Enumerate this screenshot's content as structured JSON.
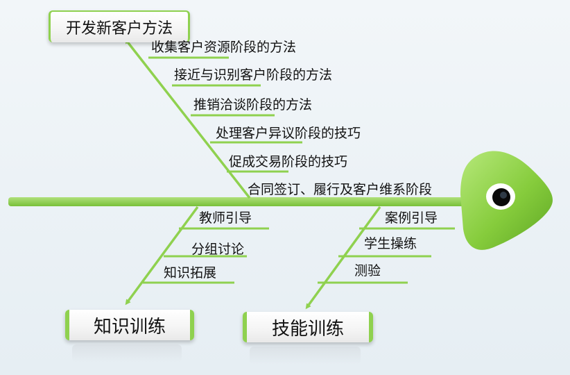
{
  "diagram": {
    "head_title": "开发新客户方法",
    "upper_bones": [
      "收集客户资源阶段的方法",
      "接近与识别客户阶段的方法",
      "推销洽谈阶段的方法",
      "处理客户异议阶段的技巧",
      "促成交易阶段的技巧",
      "合同签订、履行及客户维系阶段"
    ],
    "lower_left": {
      "title": "知识训练",
      "items": [
        "教师引导",
        "分组讨论",
        "知识拓展"
      ]
    },
    "lower_right": {
      "title": "技能训练",
      "items": [
        "案例引导",
        "学生操练",
        "测验"
      ]
    }
  },
  "colors": {
    "bone": "#8fd14f",
    "spine": "#88cc44",
    "fish_head": "#86cc3c",
    "eye": "#0a0a0a"
  }
}
